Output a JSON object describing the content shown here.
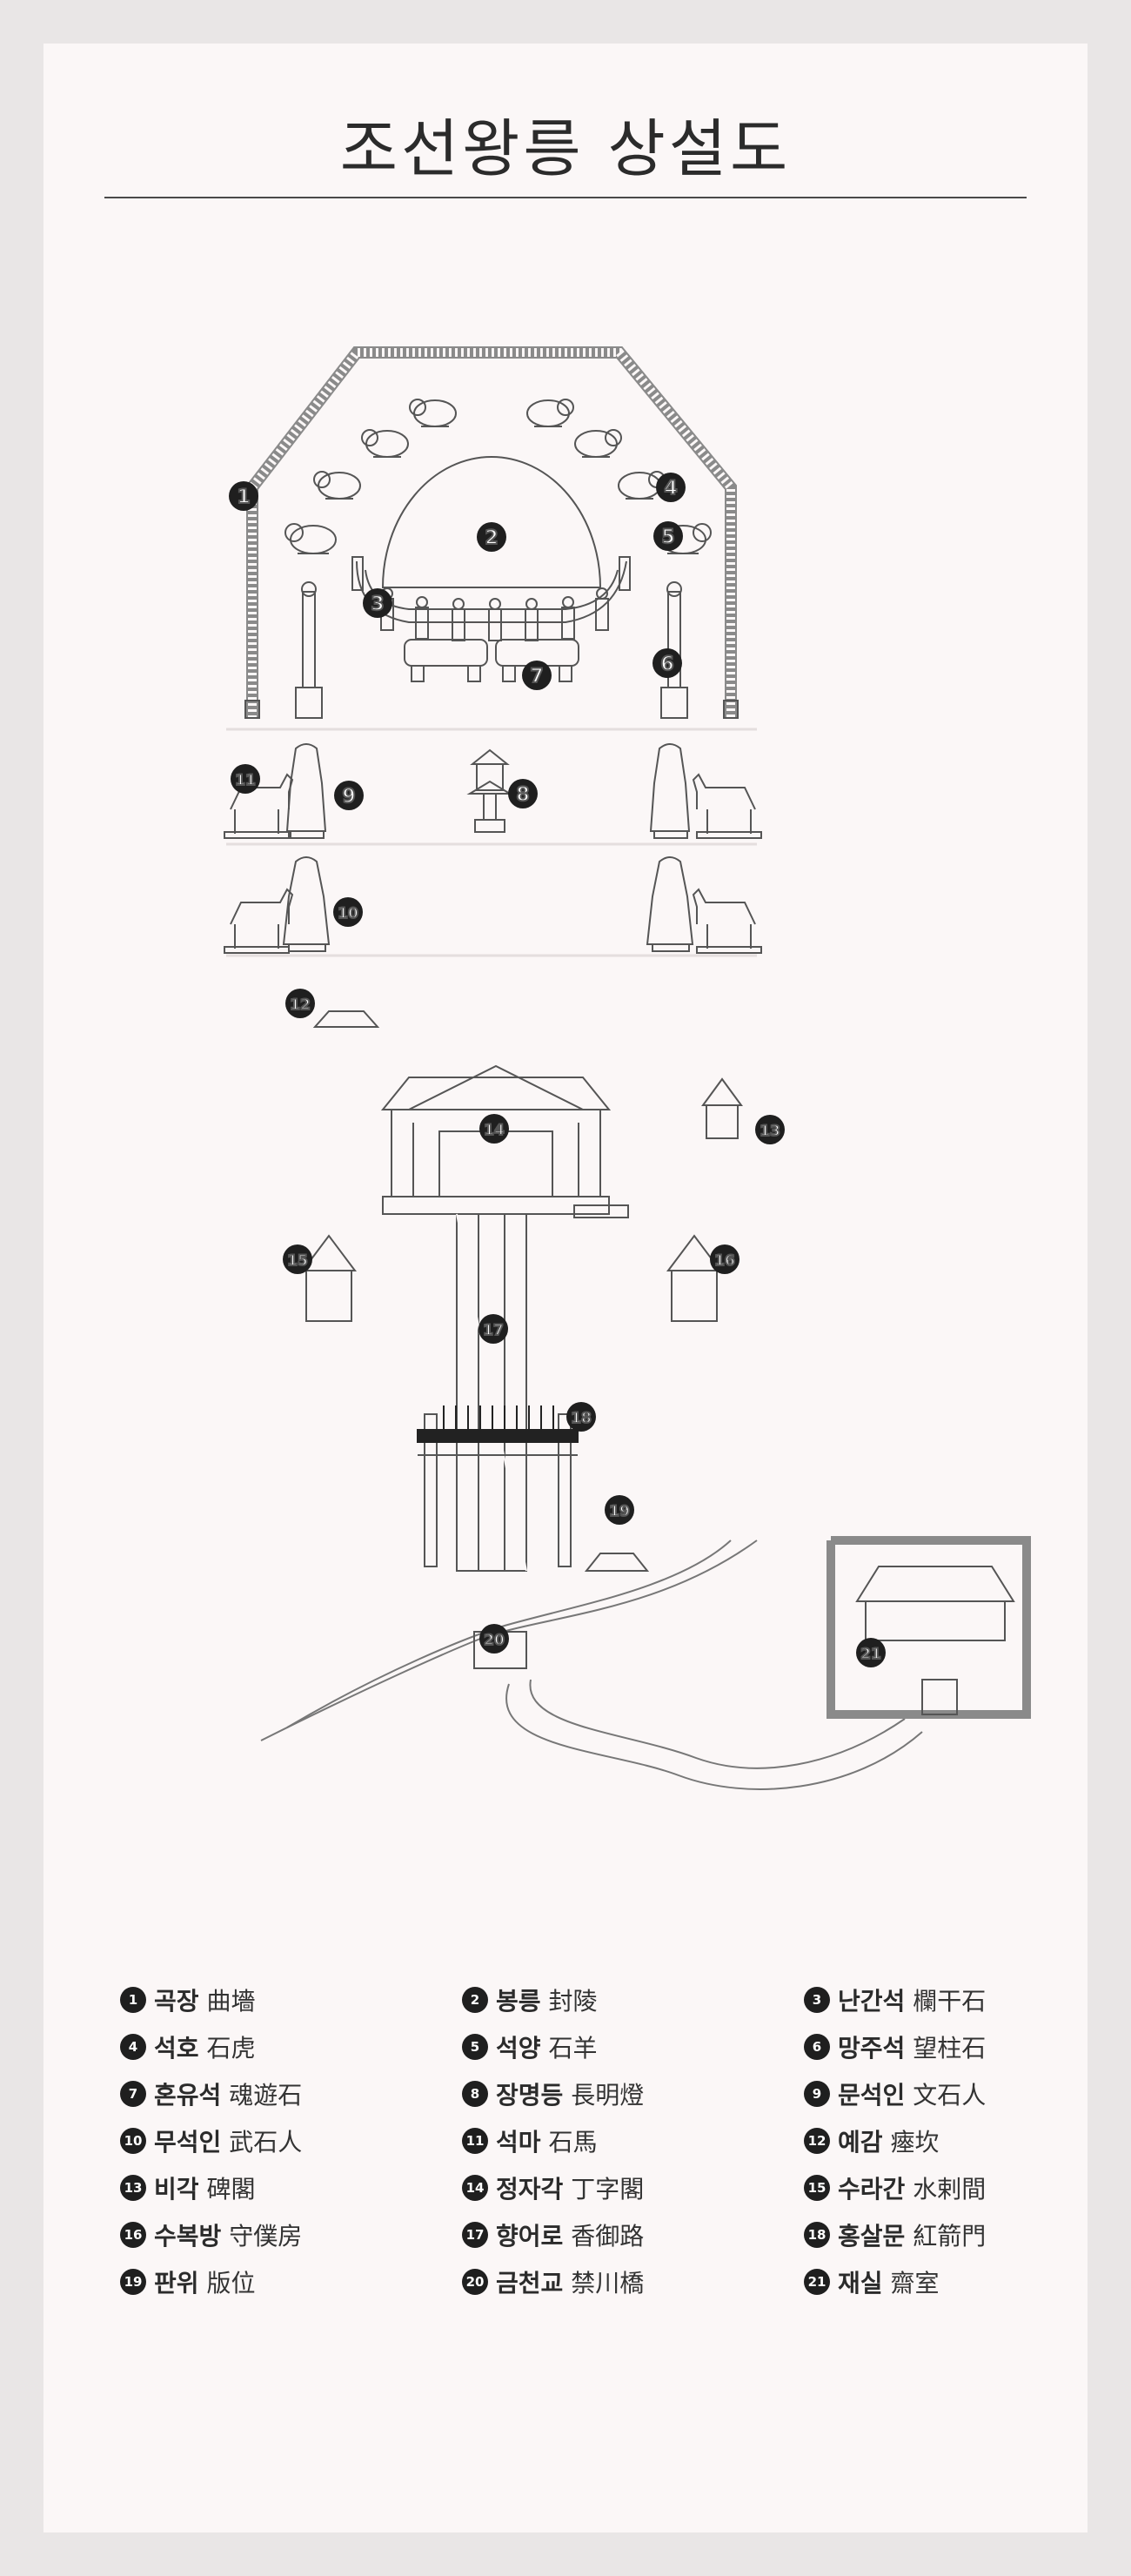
{
  "title": "조선왕릉 상설도",
  "colors": {
    "line": "#555555",
    "marker": "#1f1f1f",
    "paper": "#fbf7f7"
  },
  "markers": [
    {
      "num": "1"
    },
    {
      "num": "2"
    },
    {
      "num": "3"
    },
    {
      "num": "4"
    },
    {
      "num": "5"
    },
    {
      "num": "6"
    },
    {
      "num": "7"
    },
    {
      "num": "8"
    },
    {
      "num": "9"
    },
    {
      "num": "10"
    },
    {
      "num": "11"
    },
    {
      "num": "12"
    },
    {
      "num": "13"
    },
    {
      "num": "14"
    },
    {
      "num": "15"
    },
    {
      "num": "16"
    },
    {
      "num": "17"
    },
    {
      "num": "18"
    },
    {
      "num": "19"
    },
    {
      "num": "20"
    },
    {
      "num": "21"
    }
  ],
  "legend": [
    {
      "num": "1",
      "ko": "곡장",
      "hanja": "曲墻"
    },
    {
      "num": "2",
      "ko": "봉릉",
      "hanja": "封陵"
    },
    {
      "num": "3",
      "ko": "난간석",
      "hanja": "欄干石"
    },
    {
      "num": "4",
      "ko": "석호",
      "hanja": "石虎"
    },
    {
      "num": "5",
      "ko": "석양",
      "hanja": "石羊"
    },
    {
      "num": "6",
      "ko": "망주석",
      "hanja": "望柱石"
    },
    {
      "num": "7",
      "ko": "혼유석",
      "hanja": "魂遊石"
    },
    {
      "num": "8",
      "ko": "장명등",
      "hanja": "長明燈"
    },
    {
      "num": "9",
      "ko": "문석인",
      "hanja": "文石人"
    },
    {
      "num": "10",
      "ko": "무석인",
      "hanja": "武石人"
    },
    {
      "num": "11",
      "ko": "석마",
      "hanja": "石馬"
    },
    {
      "num": "12",
      "ko": "예감",
      "hanja": "瘞坎"
    },
    {
      "num": "13",
      "ko": "비각",
      "hanja": "碑閣"
    },
    {
      "num": "14",
      "ko": "정자각",
      "hanja": "丁字閣"
    },
    {
      "num": "15",
      "ko": "수라간",
      "hanja": "水剌間"
    },
    {
      "num": "16",
      "ko": "수복방",
      "hanja": "守僕房"
    },
    {
      "num": "17",
      "ko": "향어로",
      "hanja": "香御路"
    },
    {
      "num": "18",
      "ko": "홍살문",
      "hanja": "紅箭門"
    },
    {
      "num": "19",
      "ko": "판위",
      "hanja": "版位"
    },
    {
      "num": "20",
      "ko": "금천교",
      "hanja": "禁川橋"
    },
    {
      "num": "21",
      "ko": "재실",
      "hanja": "齋室"
    }
  ]
}
